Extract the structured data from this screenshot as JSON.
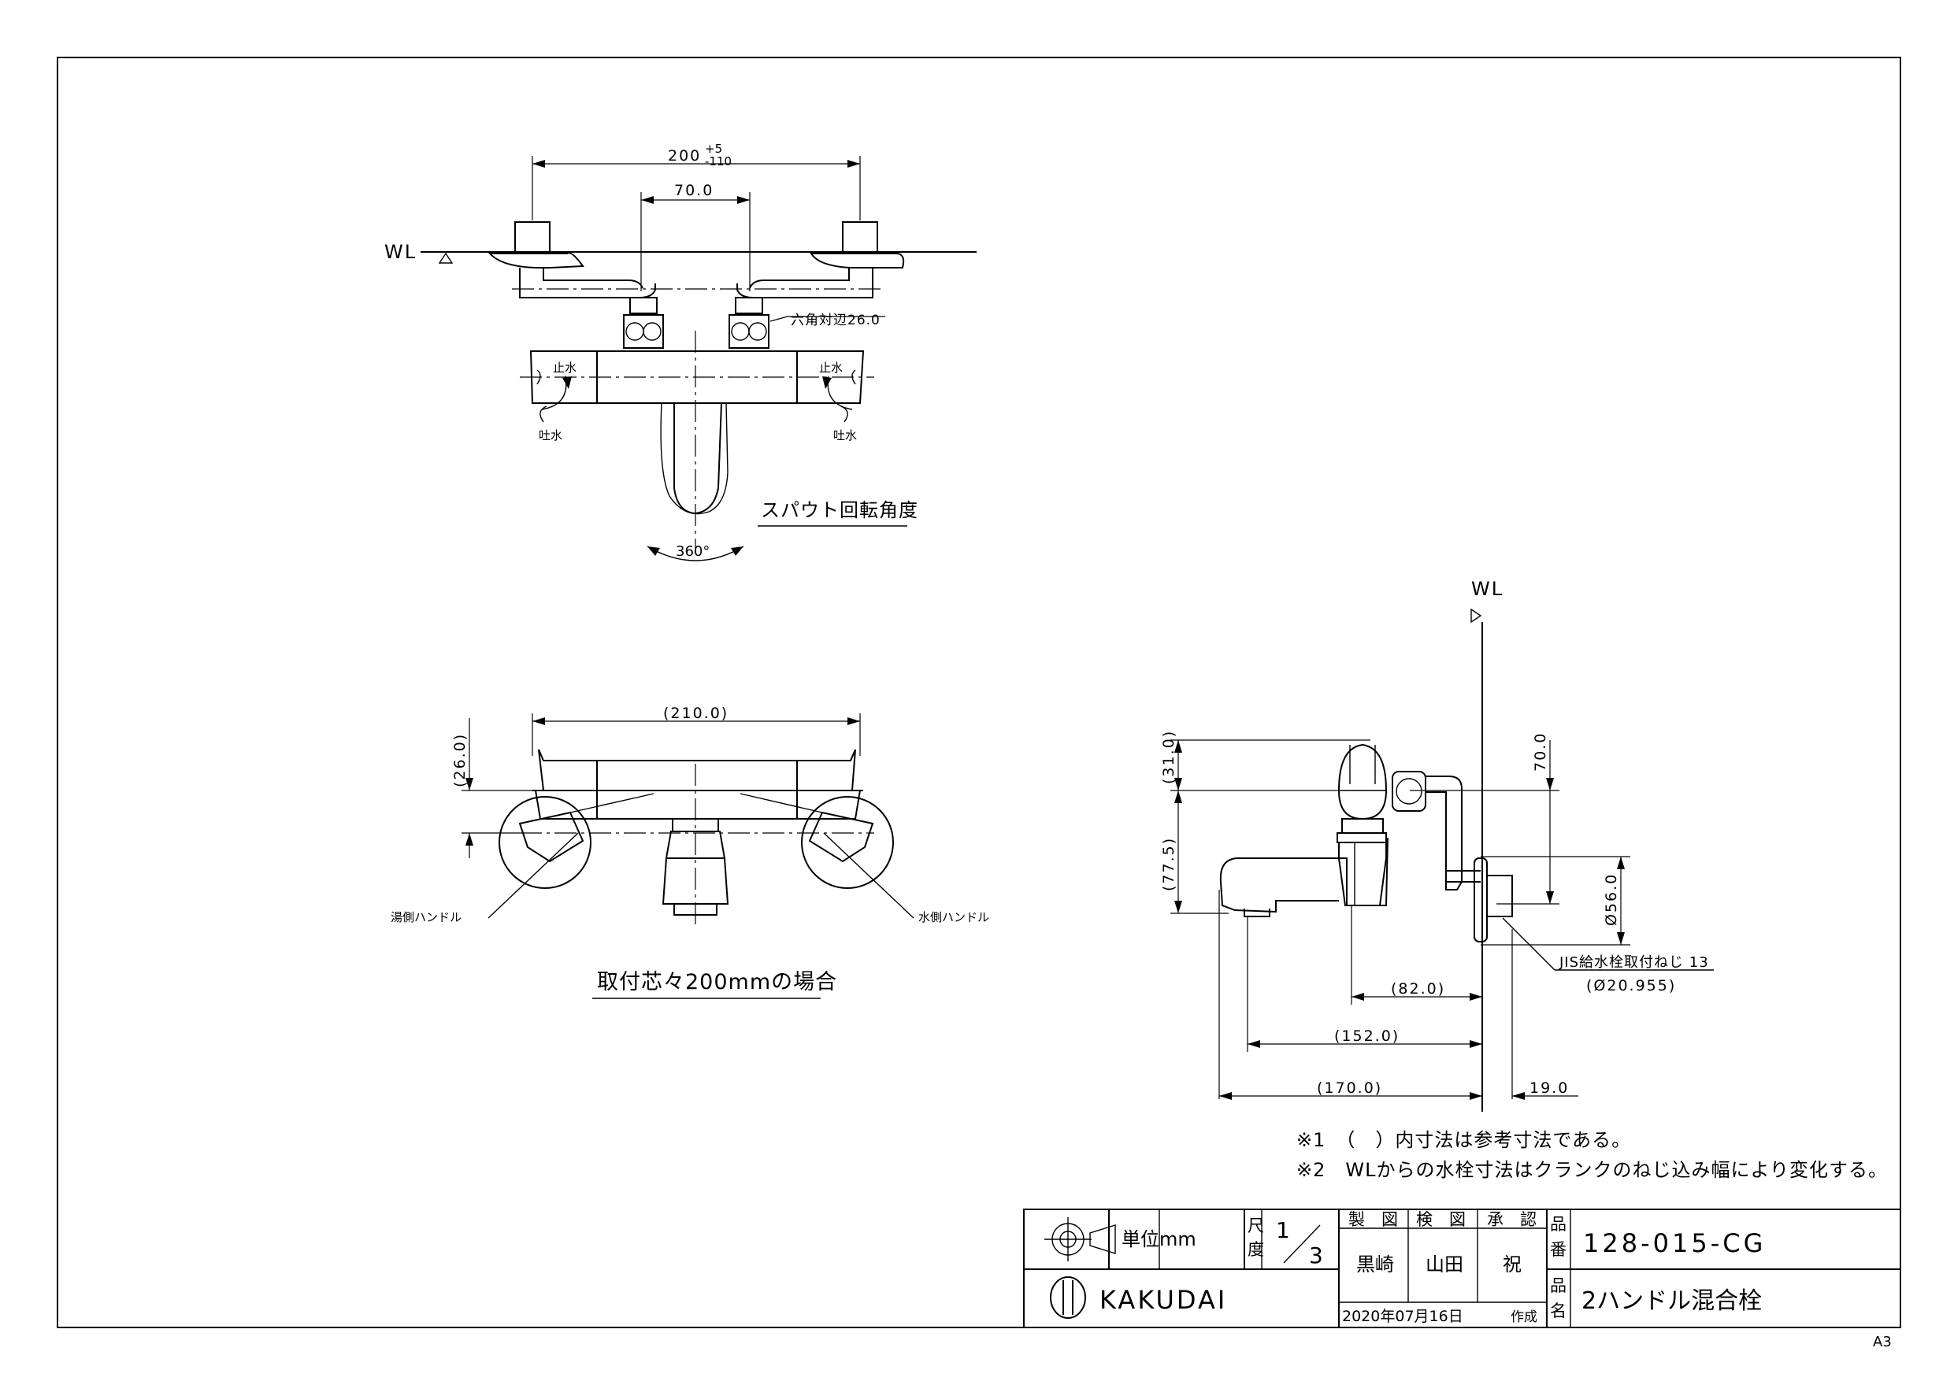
{
  "drawing": {
    "dimensions": {
      "top_width": "200",
      "top_tol_plus": "+5",
      "top_tol_minus": "-110",
      "spout_center": "70.0",
      "hex": "六角対辺26.0",
      "body_width": "(210.0)",
      "h26": "(26.0)",
      "h31": "(31.0)",
      "h77": "(77.5)",
      "h70": "70.0",
      "d56": "Ø56.0",
      "w82": "(82.0)",
      "w152": "(152.0)",
      "w170": "(170.0)",
      "w19": "19.0",
      "angle": "360°"
    },
    "labels": {
      "wl_left": "WL",
      "wl_right": "WL",
      "stop_left": "止水",
      "stop_right": "止水",
      "spout_left": "吐水",
      "spout_right": "吐水",
      "spout_rotation": "スパウト回転角度",
      "hot_handle": "湯側ハンドル",
      "cold_handle": "水側ハンドル",
      "mount_case": "取付芯々200mmの場合",
      "jis_thread": "JIS給水栓取付ねじ 13",
      "jis_dia": "(Ø20.955)"
    },
    "notes": [
      "※1　（　）内寸法は参考寸法である。",
      "※2　WLからの水栓寸法はクランクのねじ込み幅により変化する。"
    ]
  },
  "title_block": {
    "unit_label": "単位mm",
    "scale_label_1": "尺",
    "scale_label_2": "度",
    "scale_num": "1",
    "scale_den": "3",
    "drawn_label": "製　図",
    "checked_label": "検　図",
    "approved_label": "承　認",
    "drawn_by": "黒崎",
    "checked_by": "山田",
    "approved_by": "祝",
    "part_no_label_1": "品",
    "part_no_label_2": "番",
    "part_no": "128-015-CG",
    "part_name_label_1": "品",
    "part_name_label_2": "名",
    "part_name": "2ハンドル混合栓",
    "brand": "KAKUDAI",
    "date": "2020年07月16日",
    "created": "作成"
  },
  "sheet_size": "A3"
}
